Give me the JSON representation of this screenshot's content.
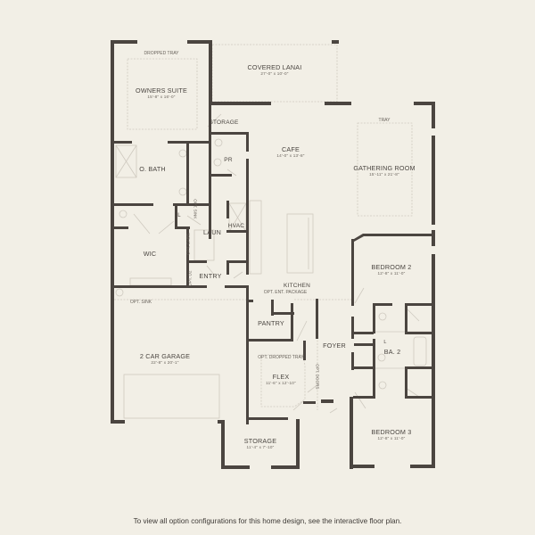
{
  "plan": {
    "wall_color": "#4b4540",
    "line_color": "#cfcac0",
    "background": "#f2efe6"
  },
  "rooms": {
    "owners_suite": {
      "name": "OWNERS SUITE",
      "dim": "15'-8\" x 16'-0\"",
      "ceiling": "DROPPED TRAY"
    },
    "covered_lanai": {
      "name": "COVERED LANAI",
      "dim": "27'-0\" x 10'-0\""
    },
    "storage_top": {
      "name": "STORAGE"
    },
    "pr": {
      "name": "PR"
    },
    "cafe": {
      "name": "CAFE",
      "dim": "14'-0\" x 13'-8\""
    },
    "gathering_room": {
      "name": "GATHERING ROOM",
      "dim": "15'-11\" x 21'-8\"",
      "ceiling": "TRAY"
    },
    "o_bath": {
      "name": "O. BATH"
    },
    "l_owner": {
      "name": "L"
    },
    "wic": {
      "name": "WIC"
    },
    "opt_sink_laun": {
      "name": "OPT. SINK"
    },
    "opt_cabs": {
      "name": "OPT. CABS."
    },
    "laun": {
      "name": "LAUN"
    },
    "hvac": {
      "name": "HVAC"
    },
    "opt_d2": {
      "name": "OPT. D2"
    },
    "entry": {
      "name": "ENTRY"
    },
    "kitchen": {
      "name": "KITCHEN",
      "option": "OPT. ENT. PACKAGE"
    },
    "pantry": {
      "name": "PANTRY"
    },
    "bedroom_2": {
      "name": "BEDROOM 2",
      "dim": "12'-8\" x 11'-0\""
    },
    "ba_2": {
      "name": "BA. 2"
    },
    "l_bath2": {
      "name": "L"
    },
    "foyer": {
      "name": "FOYER"
    },
    "flex": {
      "name": "FLEX",
      "dim": "11'-6\" x 12'-10\"",
      "ceiling": "OPT. DROPPED TRAY"
    },
    "opt_doors": {
      "name": "OPT. DOORS"
    },
    "garage": {
      "name": "2 CAR GARAGE",
      "dim": "22'-8\" x 20'-1\"",
      "option": "OPT. SINK"
    },
    "storage_bottom": {
      "name": "STORAGE",
      "dim": "11'-4\" x 7'-10\""
    },
    "bedroom_3": {
      "name": "BEDROOM 3",
      "dim": "12'-8\" x 11'-0\""
    }
  },
  "footer": {
    "caption": "To view all option configurations for this home design, see the interactive floor plan."
  }
}
